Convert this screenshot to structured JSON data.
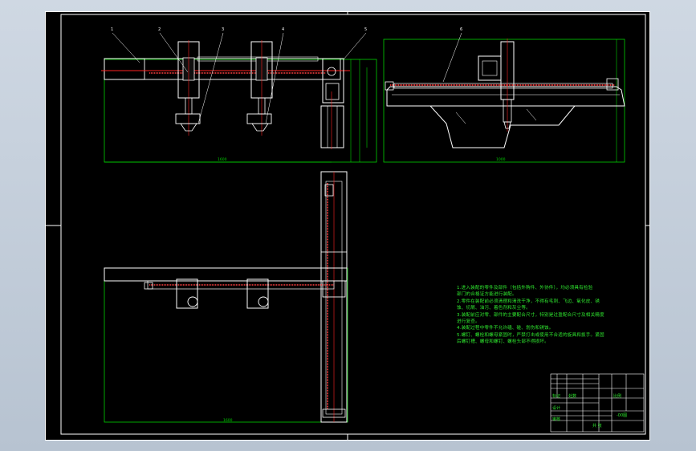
{
  "drawing": {
    "colors": {
      "background": "#000000",
      "outline": "#ffffff",
      "dimension": "#00d000",
      "leader": "#ffffff",
      "centerline": "#ff2020",
      "leadscrew": "#ff4040",
      "frame": "#e8e8e8"
    },
    "views": [
      "front-view",
      "side-view",
      "top-view"
    ],
    "dimensions": {
      "front_width": "1600",
      "side_width": "1000",
      "top_width": "1600"
    },
    "balloons": [
      "1",
      "2",
      "3",
      "4",
      "5",
      "6"
    ]
  },
  "tech_notes": [
    "1.进入装配的零件及部件（包括外购件、外协件），均必须具有检验",
    "部门的合格证方能进行装配。",
    "2.零件在装配前必须清理和清洗干净，不得有毛刺、飞边、氧化皮、锈",
    "蚀、切屑、油污、着色剂和灰尘等。",
    "3.装配前应对零、部件的主要配合尺寸，特别是过盈配合尺寸及相关精度",
    "进行复查。",
    "4.装配过程中零件不允许磕、碰、划伤和锈蚀。",
    "5.螺钉、螺栓和螺母紧固时，严禁打击或使用不合适的旋具和扳手。紧固",
    "后螺钉槽、螺母和螺钉、螺栓头部不得损坏。"
  ],
  "title_block": {
    "label_a": "标记",
    "label_b": "处数",
    "label_c": "设计",
    "label_d": "审核",
    "scale_label": "比例",
    "sheet_label": "共 张",
    "drawing_no": "-00图"
  }
}
